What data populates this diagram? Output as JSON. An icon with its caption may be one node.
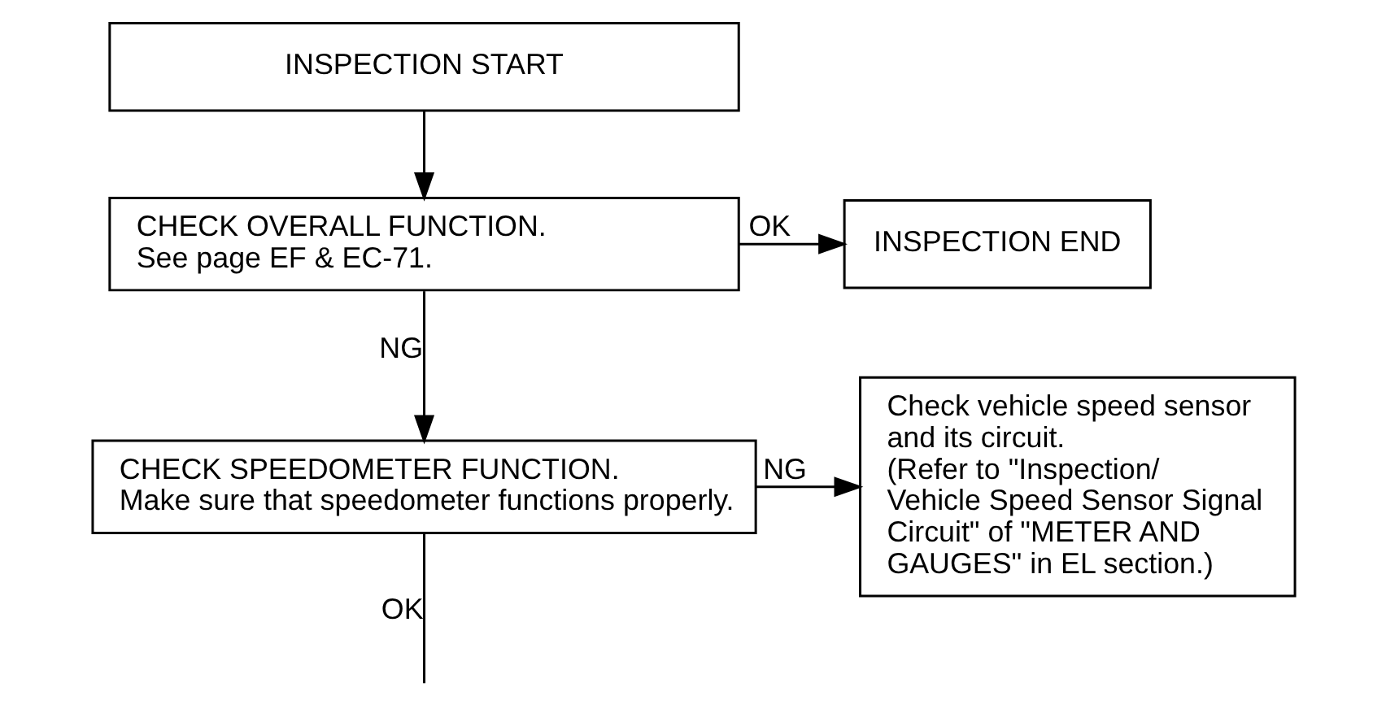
{
  "diagram": {
    "nodes": [
      {
        "text": [
          "INSPECTION START"
        ]
      },
      {
        "text": [
          "CHECK OVERALL FUNCTION.",
          "See page EF & EC-71."
        ]
      },
      {
        "text": [
          "INSPECTION END"
        ]
      },
      {
        "text": [
          "CHECK SPEEDOMETER FUNCTION.",
          "Make sure that speedometer functions properly."
        ]
      },
      {
        "text": [
          "Check vehicle speed sensor and its circuit.",
          "(Refer to \"Inspection/ Vehicle Speed Sensor Signal Circuit\" of \"METER AND GAUGES\" in EL section.)"
        ]
      }
    ],
    "edges": [
      {
        "from": 0,
        "to": 1,
        "arrow": "to"
      },
      {
        "from": 1,
        "to": 2,
        "arrow": "to",
        "label": "OK"
      },
      {
        "from": 1,
        "to": 3,
        "arrow": "to",
        "label": "NG"
      },
      {
        "from": 3,
        "to": 4,
        "arrow": "to",
        "label": "NG"
      },
      {
        "from": 3,
        "to": null,
        "arrow": "none",
        "label": "OK"
      }
    ]
  }
}
